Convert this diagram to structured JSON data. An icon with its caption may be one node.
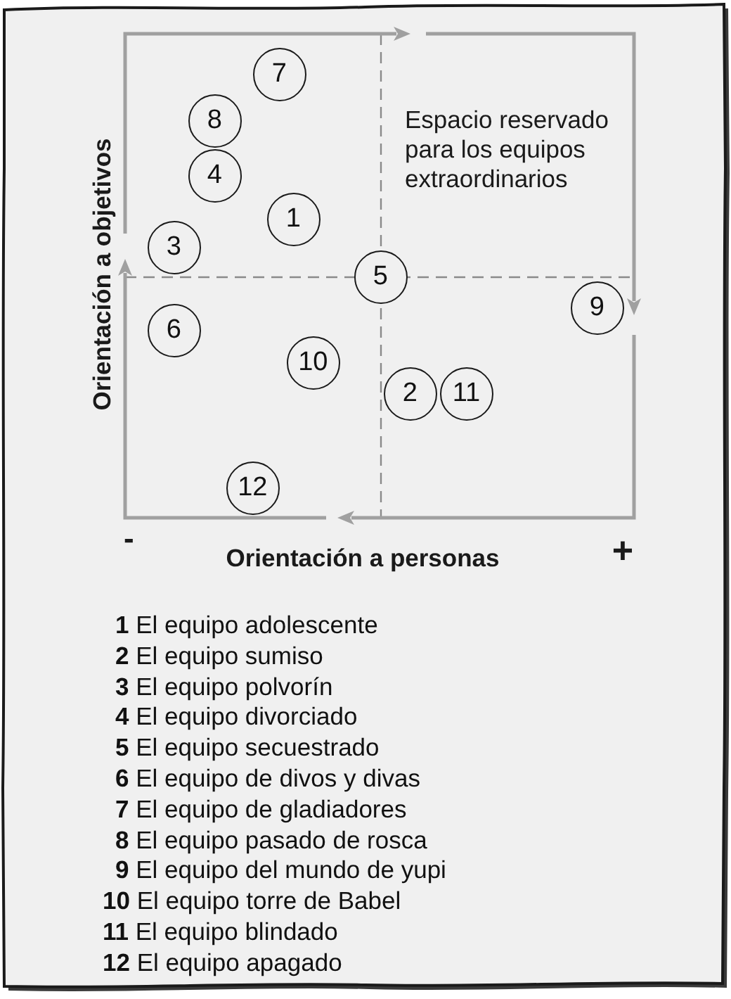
{
  "diagram": {
    "nodes": [
      {
        "text": [
          "7"
        ]
      },
      {
        "text": [
          "8"
        ]
      },
      {
        "text": [
          "4"
        ]
      },
      {
        "text": [
          "1"
        ]
      },
      {
        "text": [
          "3"
        ]
      },
      {
        "text": [
          "5"
        ]
      },
      {
        "text": [
          "9"
        ]
      },
      {
        "text": [
          "6"
        ]
      },
      {
        "text": [
          "10"
        ]
      },
      {
        "text": [
          "2"
        ]
      },
      {
        "text": [
          "11"
        ]
      },
      {
        "text": [
          "12"
        ]
      }
    ],
    "labels": [
      "Espacio reservado para los equipos extraordinarios",
      "Orientación a objetivos",
      "-",
      "Orientación a personas",
      "+",
      "**1** El equipo adolescente",
      "**2** El equipo sumiso",
      "**3** El equipo polvorín",
      "**4** El equipo divorciado",
      "**5** El equipo secuestrado",
      "**6** El equipo de divos y divas",
      "**7** El equipo de gladiadores",
      "**8** El equipo pasado de rosca",
      "**9** El equipo del mundo de yupi",
      "**10** El equipo torre de Babel",
      "**11** El equipo blindado",
      "**12** El equipo apagado"
    ]
  }
}
